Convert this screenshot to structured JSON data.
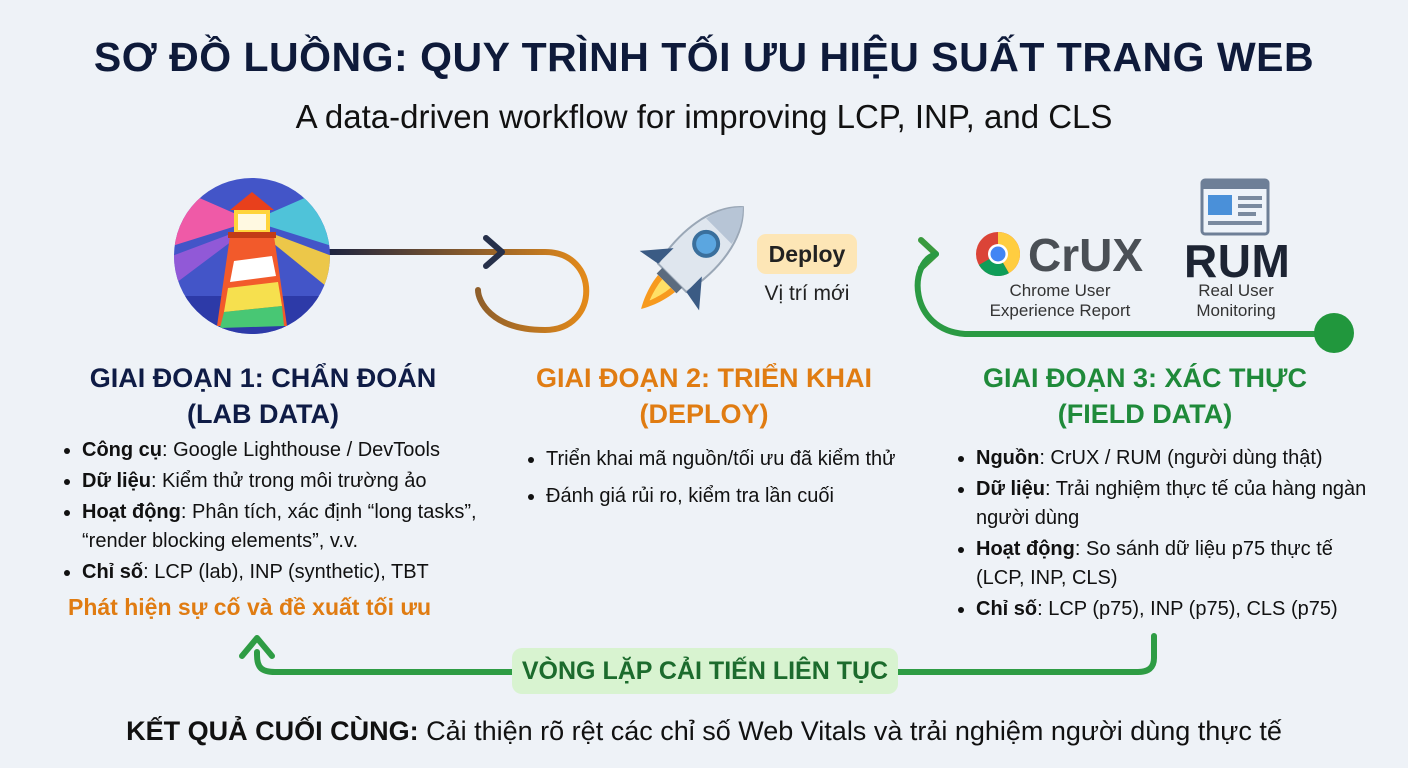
{
  "title": "SƠ ĐỒ LUỒNG: QUY TRÌNH TỐI ƯU HIỆU SUẤT TRANG WEB",
  "subtitle": "A data-driven workflow for improving LCP, INP, and CLS",
  "stage1": {
    "icon": "lighthouse-icon",
    "title_line1": "GIAI ĐOẠN 1: CHẨN ĐOÁN",
    "title_line2": "(LAB DATA)",
    "items": [
      {
        "label": "Công cụ",
        "text": ": Google Lighthouse / DevTools"
      },
      {
        "label": "Dữ liệu",
        "text": ": Kiểm thử trong môi trường ảo"
      },
      {
        "label": "Hoạt động",
        "text": ": Phân tích, xác định “long tasks”, “render blocking elements”, v.v."
      },
      {
        "label": "Chỉ số",
        "text": ": LCP (lab), INP (synthetic), TBT"
      }
    ],
    "finding": "Phát hiện sự cố và đề xuất tối ưu"
  },
  "stage2": {
    "icon": "rocket-icon",
    "deploy_label": "Deploy",
    "deploy_sub": "Vị trí mới",
    "title_line1": "GIAI ĐOẠN 2: TRIỂN KHAI",
    "title_line2": "(DEPLOY)",
    "items": [
      {
        "text": "Triển khai mã nguồn/tối ưu đã kiểm thử"
      },
      {
        "text": "Đánh giá rủi ro, kiểm tra lần cuối"
      }
    ]
  },
  "stage3": {
    "crux_icon": "chrome-icon",
    "crux_word": "CrUX",
    "crux_sub": "Chrome User Experience Report",
    "rum_icon": "dashboard-monitor-icon",
    "rum_word": "RUM",
    "rum_sub": "Real User Monitoring",
    "title_line1": "GIAI ĐOẠN 3: XÁC THỰC",
    "title_line2": "(FIELD DATA)",
    "items": [
      {
        "label": "Nguồn",
        "text": ": CrUX / RUM (người dùng thật)"
      },
      {
        "label": "Dữ liệu",
        "text": ": Trải nghiệm thực tế của hàng ngàn người dùng"
      },
      {
        "label": "Hoạt động",
        "text": ": So sánh dữ liệu p75 thực tế (LCP, INP, CLS)"
      },
      {
        "label": "Chỉ số",
        "text": ": LCP (p75), INP (p75), CLS (p75)"
      }
    ]
  },
  "loop_label": "VÒNG LẶP CẢI TIẾN LIÊN TỤC",
  "result": {
    "label": "KẾT QUẢ CUỐI CÙNG:",
    "text": " Cải thiện rõ rệt các chỉ số Web Vitals và trải nghiệm người dùng thực tế"
  },
  "colors": {
    "navy": "#0f1c46",
    "orange": "#e07c12",
    "green": "#1f8a3a",
    "loop_pill": "#d8f3d0",
    "deploy_pill": "#fde6b6"
  }
}
